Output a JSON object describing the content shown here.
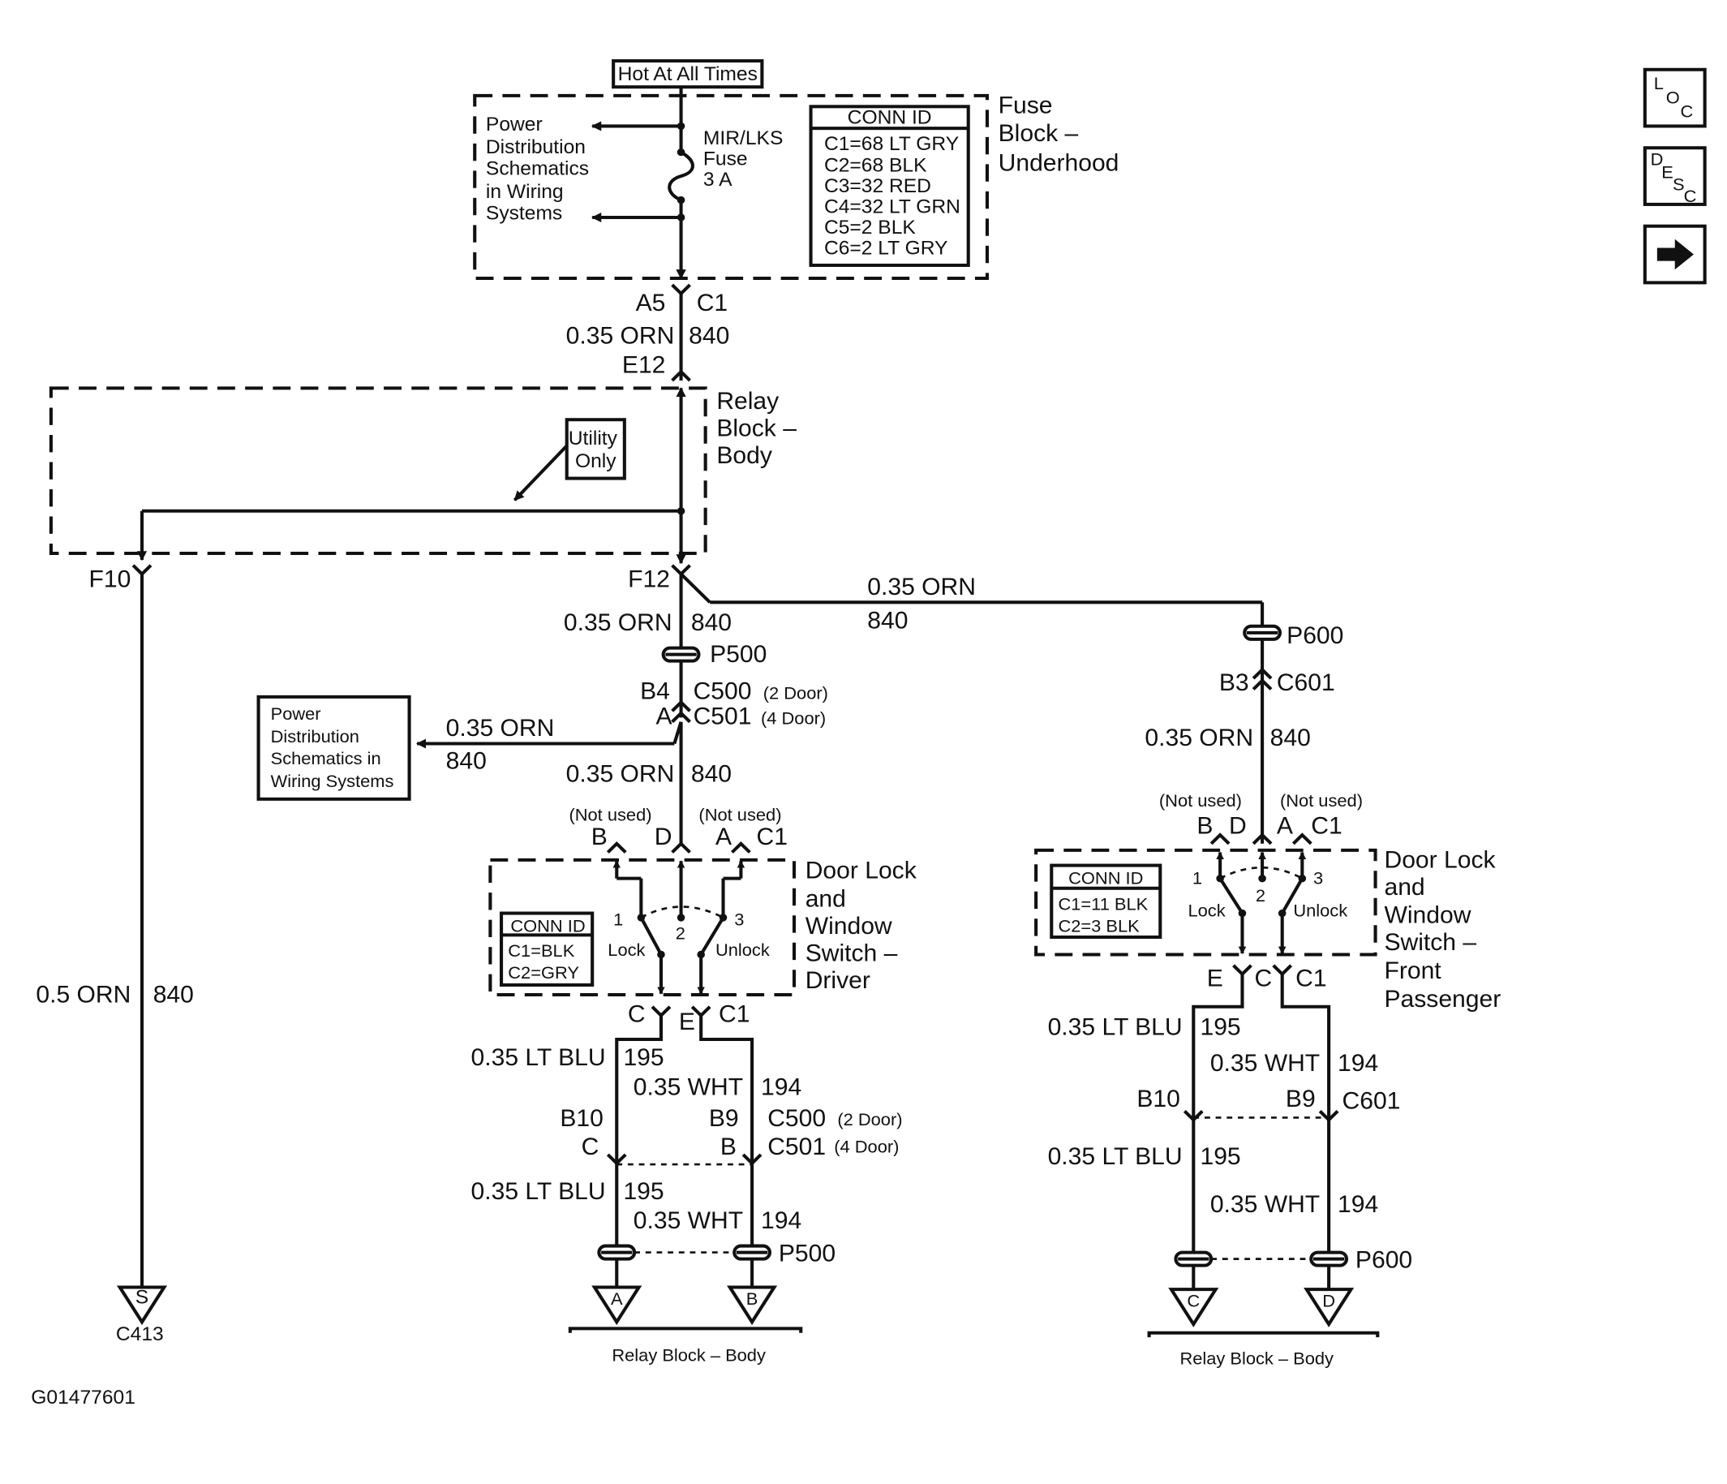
{
  "source": "Hot At All Times",
  "fuse_block": {
    "title": [
      "Fuse",
      "Block –",
      "Underhood"
    ],
    "power_ref": [
      "Power",
      "Distribution",
      "Schematics",
      "in Wiring",
      "Systems"
    ],
    "fuse_label": [
      "MIR/LKS",
      "Fuse",
      "3 A"
    ],
    "conn_id": {
      "header": "CONN ID",
      "rows": [
        "C1=68 LT GRY",
        "C2=68 BLK",
        "C3=32 RED",
        "C4=32 LT GRN",
        "C5=2 BLK",
        "C6=2 LT GRY"
      ]
    },
    "out_pin": "A5",
    "out_conn": "C1"
  },
  "feed_wire": {
    "gauge": "0.35 ORN",
    "circuit": "840"
  },
  "relay_block": {
    "title": [
      "Relay",
      "Block –",
      "Body"
    ],
    "in_pin": "E12",
    "utility": [
      "Utility",
      "Only"
    ],
    "out_left": "F10",
    "out_main": "F12"
  },
  "left_branch": {
    "gauge": "0.5 ORN",
    "circuit": "840",
    "splice": "S",
    "splice_conn": "C413"
  },
  "branch_p600": {
    "gauge": "0.35 ORN",
    "circuit": "840"
  },
  "driver": {
    "wire_top": {
      "gauge": "0.35 ORN",
      "circuit": "840"
    },
    "p500": "P500",
    "c500": {
      "pin": "B4",
      "name": "C500",
      "note": "(2 Door)"
    },
    "c501": {
      "pin": "A",
      "name": "C501",
      "note": "(4 Door)"
    },
    "power_ref": [
      "Power",
      "Distribution",
      "Schematics in",
      "Wiring Systems"
    ],
    "power_wire": {
      "gauge": "0.35 ORN",
      "circuit": "840"
    },
    "wire_mid": {
      "gauge": "0.35 ORN",
      "circuit": "840"
    },
    "not_used_left": "(Not used)",
    "not_used_right": "(Not used)",
    "top_pins": [
      "B",
      "D",
      "A",
      "C1"
    ],
    "title": [
      "Door Lock",
      "and",
      "Window",
      "Switch –",
      "Driver"
    ],
    "conn_id": {
      "header": "CONN ID",
      "rows": [
        "C1=BLK",
        "C2=GRY"
      ]
    },
    "contacts": [
      "1",
      "2",
      "3"
    ],
    "lock": "Lock",
    "unlock": "Unlock",
    "bottom_pins": [
      "C",
      "E",
      "C1"
    ],
    "wire_blu": {
      "gauge": "0.35 LT BLU",
      "circuit": "195"
    },
    "wire_wht": {
      "gauge": "0.35 WHT",
      "circuit": "194"
    },
    "conn_lower": {
      "pin_l": "B10",
      "pin_r": "B9",
      "name": "C500",
      "note": "(2 Door)"
    },
    "conn_lower2": {
      "pin_l": "C",
      "pin_r": "B",
      "name": "C501",
      "note": "(4 Door)"
    },
    "wire_blu2": {
      "gauge": "0.35 LT BLU",
      "circuit": "195"
    },
    "wire_wht2": {
      "gauge": "0.35 WHT",
      "circuit": "194"
    },
    "p500b": "P500",
    "terms": [
      "A",
      "B"
    ],
    "dest": "Relay Block – Body"
  },
  "passenger": {
    "p600": "P600",
    "c601": {
      "pin": "B3",
      "name": "C601"
    },
    "wire_top": {
      "gauge": "0.35 ORN",
      "circuit": "840"
    },
    "not_used_left": "(Not used)",
    "not_used_right": "(Not used)",
    "top_pins": [
      "B",
      "D",
      "A",
      "C1"
    ],
    "title": [
      "Door Lock",
      "and",
      "Window",
      "Switch –",
      "Front",
      "Passenger"
    ],
    "conn_id": {
      "header": "CONN ID",
      "rows": [
        "C1=11 BLK",
        "C2=3 BLK"
      ]
    },
    "contacts": [
      "1",
      "2",
      "3"
    ],
    "lock": "Lock",
    "unlock": "Unlock",
    "bottom_pins": [
      "E",
      "C",
      "C1"
    ],
    "wire_blu": {
      "gauge": "0.35 LT BLU",
      "circuit": "195"
    },
    "wire_wht": {
      "gauge": "0.35 WHT",
      "circuit": "194"
    },
    "conn_lower": {
      "pin_l": "B10",
      "pin_r": "B9",
      "name": "C601"
    },
    "wire_blu2": {
      "gauge": "0.35 LT BLU",
      "circuit": "195"
    },
    "wire_wht2": {
      "gauge": "0.35 WHT",
      "circuit": "194"
    },
    "p600b": "P600",
    "terms": [
      "C",
      "D"
    ],
    "dest": "Relay Block – Body"
  },
  "nav": {
    "loc": {
      "l1": "L",
      "l2": "O",
      "l3": "C"
    },
    "desc": {
      "l1": "D",
      "l2": "E",
      "l3": "S",
      "l4": "C"
    }
  },
  "figure_id": "G01477601"
}
